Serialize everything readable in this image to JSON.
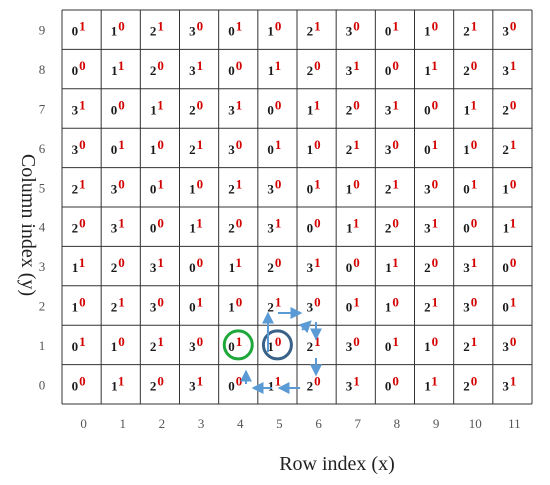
{
  "axes": {
    "xlabel": "Row index (x)",
    "ylabel": "Column index (y)",
    "x_ticks": [
      "0",
      "1",
      "2",
      "3",
      "4",
      "5",
      "6",
      "7",
      "8",
      "9",
      "10",
      "11"
    ],
    "y_ticks": [
      "0",
      "1",
      "2",
      "3",
      "4",
      "5",
      "6",
      "7",
      "8",
      "9"
    ]
  },
  "grid": {
    "rows_top_to_bottom": [
      [
        "01",
        "10",
        "21",
        "30",
        "01",
        "10",
        "21",
        "30",
        "01",
        "10",
        "21",
        "30"
      ],
      [
        "00",
        "11",
        "20",
        "31",
        "00",
        "11",
        "20",
        "31",
        "00",
        "11",
        "20",
        "31"
      ],
      [
        "31",
        "00",
        "11",
        "20",
        "31",
        "00",
        "11",
        "20",
        "31",
        "00",
        "11",
        "20"
      ],
      [
        "30",
        "01",
        "10",
        "21",
        "30",
        "01",
        "10",
        "21",
        "30",
        "01",
        "10",
        "21"
      ],
      [
        "21",
        "30",
        "01",
        "10",
        "21",
        "30",
        "01",
        "10",
        "21",
        "30",
        "01",
        "10"
      ],
      [
        "20",
        "31",
        "00",
        "11",
        "20",
        "31",
        "00",
        "11",
        "20",
        "31",
        "00",
        "11"
      ],
      [
        "11",
        "20",
        "31",
        "00",
        "11",
        "20",
        "31",
        "00",
        "11",
        "20",
        "31",
        "00"
      ],
      [
        "10",
        "21",
        "30",
        "01",
        "10",
        "21",
        "30",
        "01",
        "10",
        "21",
        "30",
        "01"
      ],
      [
        "01",
        "10",
        "21",
        "30",
        "01",
        "10",
        "21",
        "30",
        "01",
        "10",
        "21",
        "30"
      ],
      [
        "00",
        "11",
        "20",
        "31",
        "00",
        "11",
        "20",
        "31",
        "00",
        "11",
        "20",
        "31"
      ]
    ]
  },
  "highlights": [
    {
      "cell_x": 4,
      "cell_y": 1,
      "color": "#1fa83a"
    },
    {
      "cell_x": 5,
      "cell_y": 1,
      "color": "#3a6188"
    }
  ],
  "colors": {
    "main_digit": "#1a1a1a",
    "superscript": "#d40000",
    "arrows": "#5b9bd5",
    "grid_lines": "#333333"
  }
}
